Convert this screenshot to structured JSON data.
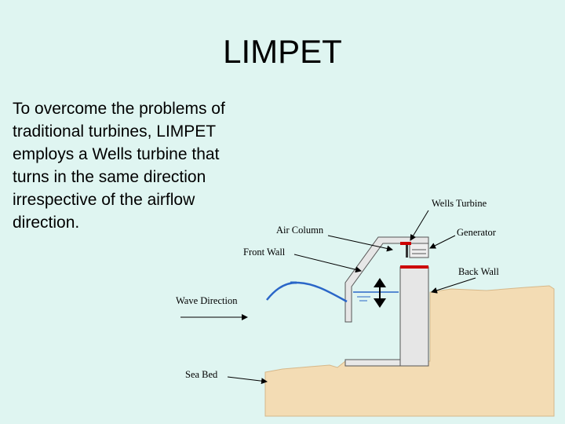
{
  "slide": {
    "title": "LIMPET",
    "body": "To overcome the problems of traditional turbines, LIMPET employs a Wells turbine that turns in the same direction irrespective of the airflow direction."
  },
  "diagram": {
    "labels": {
      "wells_turbine": "Wells Turbine",
      "air_column": "Air Column",
      "generator": "Generator",
      "front_wall": "Front Wall",
      "back_wall": "Back Wall",
      "wave_direction": "Wave Direction",
      "sea_bed": "Sea Bed"
    },
    "colors": {
      "background": "#dff5f1",
      "rock": "#f3dcb4",
      "concrete": "#e6e6e6",
      "water": "#2a66c8",
      "turbine": "#cc0000"
    }
  }
}
